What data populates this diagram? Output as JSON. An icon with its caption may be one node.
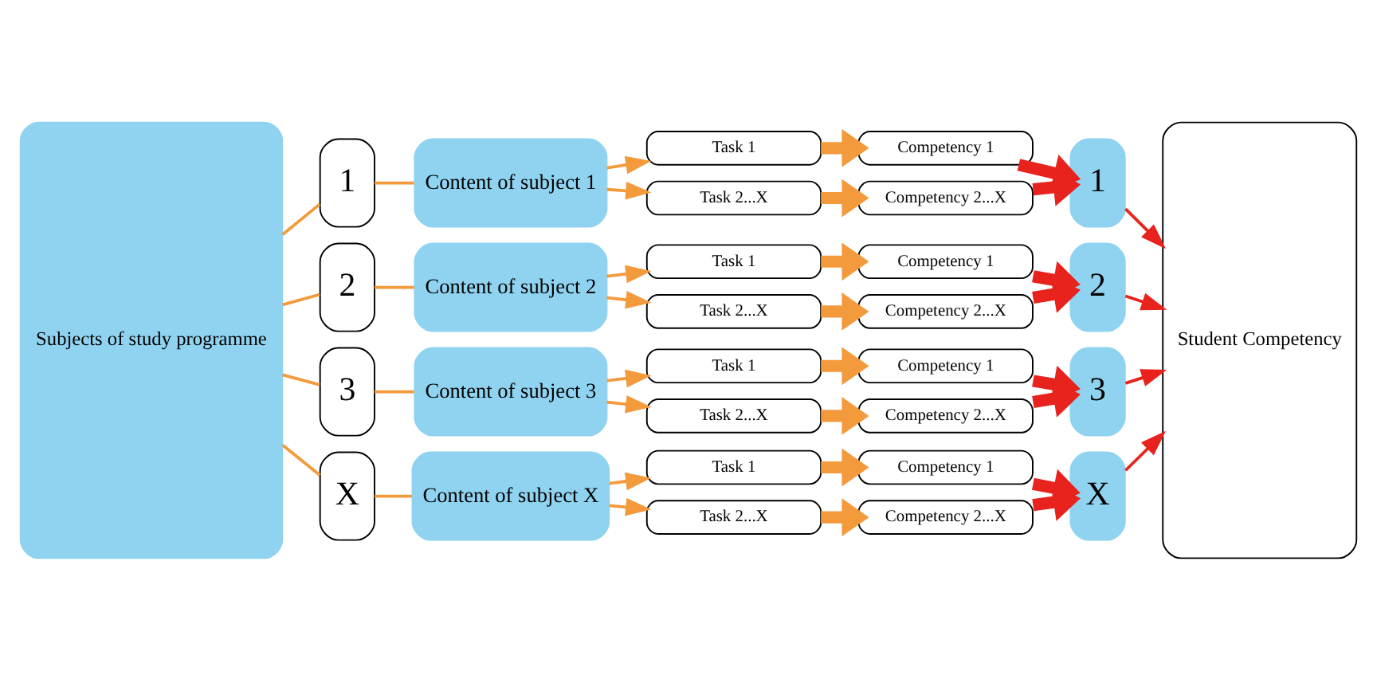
{
  "diagram": {
    "nodes": [
      {
        "text": [
          "Subjects of study programme"
        ]
      },
      {
        "text": [
          "1"
        ]
      },
      {
        "text": [
          "Content of subject 1"
        ]
      },
      {
        "text": [
          "Task 1"
        ]
      },
      {
        "text": [
          "Task 2...X"
        ]
      },
      {
        "text": [
          "Competency 1"
        ]
      },
      {
        "text": [
          "Competency 2...X"
        ]
      },
      {
        "text": [
          "1"
        ]
      },
      {
        "text": [
          "2"
        ]
      },
      {
        "text": [
          "Content of subject 2"
        ]
      },
      {
        "text": [
          "Task 1"
        ]
      },
      {
        "text": [
          "Task 2...X"
        ]
      },
      {
        "text": [
          "Competency 1"
        ]
      },
      {
        "text": [
          "Competency 2...X"
        ]
      },
      {
        "text": [
          "2"
        ]
      },
      {
        "text": [
          "3"
        ]
      },
      {
        "text": [
          "Content of subject 3"
        ]
      },
      {
        "text": [
          "Task 1"
        ]
      },
      {
        "text": [
          "Task 2...X"
        ]
      },
      {
        "text": [
          "Competency 1"
        ]
      },
      {
        "text": [
          "Competency 2...X"
        ]
      },
      {
        "text": [
          "3"
        ]
      },
      {
        "text": [
          "X"
        ]
      },
      {
        "text": [
          "Content of subject X"
        ]
      },
      {
        "text": [
          "Task 1"
        ]
      },
      {
        "text": [
          "Task 2...X"
        ]
      },
      {
        "text": [
          "Competency 1"
        ]
      },
      {
        "text": [
          "Competency 2...X"
        ]
      },
      {
        "text": [
          "X"
        ]
      },
      {
        "text": [
          "Student Competency"
        ]
      }
    ],
    "edges": [
      {
        "from": 0,
        "to": 1,
        "arrow": "none"
      },
      {
        "from": 1,
        "to": 2,
        "arrow": "none"
      },
      {
        "from": 2,
        "to": 3,
        "arrow": "to"
      },
      {
        "from": 2,
        "to": 4,
        "arrow": "to"
      },
      {
        "from": 3,
        "to": 5,
        "arrow": "to",
        "style": "thick"
      },
      {
        "from": 4,
        "to": 6,
        "arrow": "to",
        "style": "thick"
      },
      {
        "from": 5,
        "to": 7,
        "arrow": "to",
        "style": "thick",
        "color": "#e8231e"
      },
      {
        "from": 6,
        "to": 7,
        "arrow": "to",
        "style": "thick",
        "color": "#e8231e"
      },
      {
        "from": 7,
        "to": 29,
        "arrow": "to",
        "color": "#e8231e"
      },
      {
        "from": 0,
        "to": 8,
        "arrow": "none"
      },
      {
        "from": 8,
        "to": 9,
        "arrow": "none"
      },
      {
        "from": 9,
        "to": 10,
        "arrow": "to"
      },
      {
        "from": 9,
        "to": 11,
        "arrow": "to"
      },
      {
        "from": 10,
        "to": 12,
        "arrow": "to",
        "style": "thick"
      },
      {
        "from": 11,
        "to": 13,
        "arrow": "to",
        "style": "thick"
      },
      {
        "from": 12,
        "to": 14,
        "arrow": "to",
        "style": "thick",
        "color": "#e8231e"
      },
      {
        "from": 13,
        "to": 14,
        "arrow": "to",
        "style": "thick",
        "color": "#e8231e"
      },
      {
        "from": 14,
        "to": 29,
        "arrow": "to",
        "color": "#e8231e"
      },
      {
        "from": 0,
        "to": 15,
        "arrow": "none"
      },
      {
        "from": 15,
        "to": 16,
        "arrow": "none"
      },
      {
        "from": 16,
        "to": 17,
        "arrow": "to"
      },
      {
        "from": 16,
        "to": 18,
        "arrow": "to"
      },
      {
        "from": 17,
        "to": 19,
        "arrow": "to",
        "style": "thick"
      },
      {
        "from": 18,
        "to": 20,
        "arrow": "to",
        "style": "thick"
      },
      {
        "from": 19,
        "to": 21,
        "arrow": "to",
        "style": "thick",
        "color": "#e8231e"
      },
      {
        "from": 20,
        "to": 21,
        "arrow": "to",
        "style": "thick",
        "color": "#e8231e"
      },
      {
        "from": 21,
        "to": 29,
        "arrow": "to",
        "color": "#e8231e"
      },
      {
        "from": 0,
        "to": 22,
        "arrow": "none"
      },
      {
        "from": 22,
        "to": 23,
        "arrow": "none"
      },
      {
        "from": 23,
        "to": 24,
        "arrow": "to"
      },
      {
        "from": 23,
        "to": 25,
        "arrow": "to"
      },
      {
        "from": 24,
        "to": 26,
        "arrow": "to",
        "style": "thick"
      },
      {
        "from": 25,
        "to": 27,
        "arrow": "to",
        "style": "thick"
      },
      {
        "from": 26,
        "to": 28,
        "arrow": "to",
        "style": "thick",
        "color": "#e8231e"
      },
      {
        "from": 27,
        "to": 28,
        "arrow": "to",
        "style": "thick",
        "color": "#e8231e"
      },
      {
        "from": 28,
        "to": 29,
        "arrow": "to",
        "color": "#e8231e"
      }
    ]
  }
}
